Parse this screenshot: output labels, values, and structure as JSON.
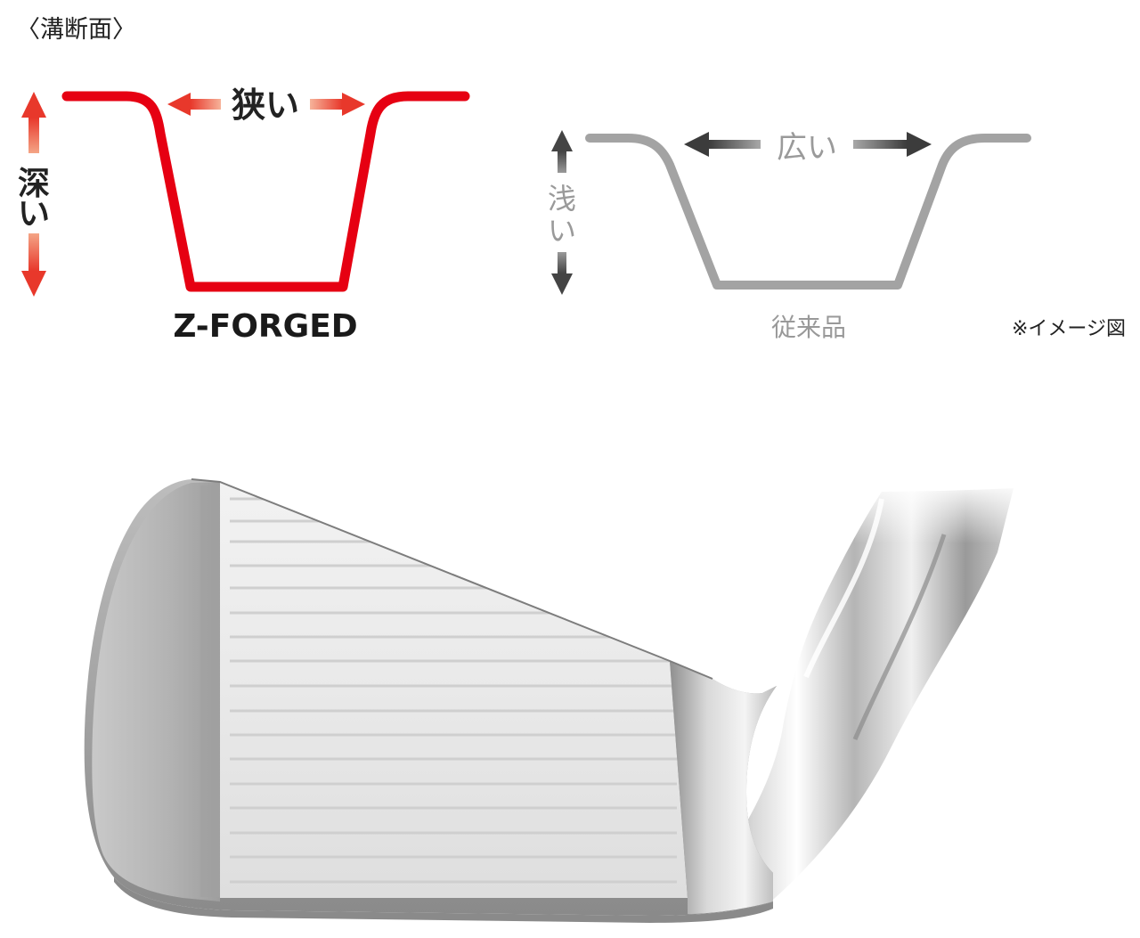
{
  "heading": "〈溝断面〉",
  "zforged": {
    "width_label": "狭い",
    "depth_label_1": "深",
    "depth_label_2": "い",
    "name": "Z-FORGED",
    "color": "#e60012",
    "arrow_color": "#f08060"
  },
  "conventional": {
    "width_label": "広い",
    "depth_label_1": "浅",
    "depth_label_2": "い",
    "name": "従来品",
    "color": "#a3a3a3",
    "arrow_color": "#555555"
  },
  "note": "※イメージ図",
  "illustration": "iron-club-head"
}
